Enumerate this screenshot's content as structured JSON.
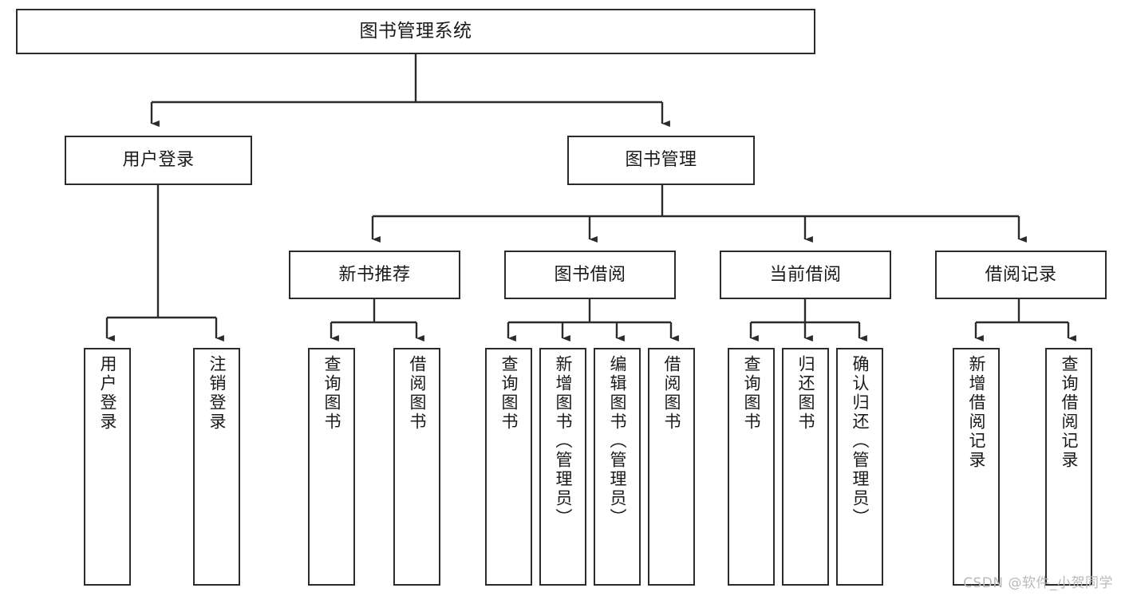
{
  "diagram": {
    "type": "tree",
    "title": "图书管理系统",
    "root": {
      "id": "root",
      "label": "图书管理系统"
    },
    "level2": [
      {
        "id": "user-login",
        "label": "用户登录"
      },
      {
        "id": "book-manage",
        "label": "图书管理"
      }
    ],
    "level3": [
      {
        "id": "new-book-rec",
        "label": "新书推荐",
        "parent": "book-manage"
      },
      {
        "id": "book-borrow",
        "label": "图书借阅",
        "parent": "book-manage"
      },
      {
        "id": "current-borrow",
        "label": "当前借阅",
        "parent": "book-manage"
      },
      {
        "id": "borrow-record",
        "label": "借阅记录",
        "parent": "book-manage"
      }
    ],
    "leaves": [
      {
        "id": "leaf-user-login",
        "label": "用户登录",
        "parent": "user-login"
      },
      {
        "id": "leaf-user-logout",
        "label": "注销登录",
        "parent": "user-login"
      },
      {
        "id": "leaf-query-book-1",
        "label": "查询图书",
        "parent": "new-book-rec"
      },
      {
        "id": "leaf-borrow-book-1",
        "label": "借阅图书",
        "parent": "new-book-rec"
      },
      {
        "id": "leaf-query-book-2",
        "label": "查询图书",
        "parent": "book-borrow"
      },
      {
        "id": "leaf-add-book",
        "label": "新增图书（管理员）",
        "parent": "book-borrow"
      },
      {
        "id": "leaf-edit-book",
        "label": "编辑图书（管理员）",
        "parent": "book-borrow"
      },
      {
        "id": "leaf-borrow-book-2",
        "label": "借阅图书",
        "parent": "book-borrow"
      },
      {
        "id": "leaf-query-book-3",
        "label": "查询图书",
        "parent": "current-borrow"
      },
      {
        "id": "leaf-return-book",
        "label": "归还图书",
        "parent": "current-borrow"
      },
      {
        "id": "leaf-confirm-return",
        "label": "确认归还（管理员）",
        "parent": "current-borrow"
      },
      {
        "id": "leaf-add-record",
        "label": "新增借阅记录",
        "parent": "borrow-record"
      },
      {
        "id": "leaf-query-record",
        "label": "查询借阅记录",
        "parent": "borrow-record"
      }
    ]
  },
  "watermark": {
    "text": "CSDN @软件_小贺同学"
  },
  "colors": {
    "box_border": "#2b2b2b",
    "box_fill": "#ffffff",
    "connector": "#2b2b2b",
    "text": "#1a1a1a",
    "watermark": "#b9b9b9",
    "background": "#ffffff"
  }
}
